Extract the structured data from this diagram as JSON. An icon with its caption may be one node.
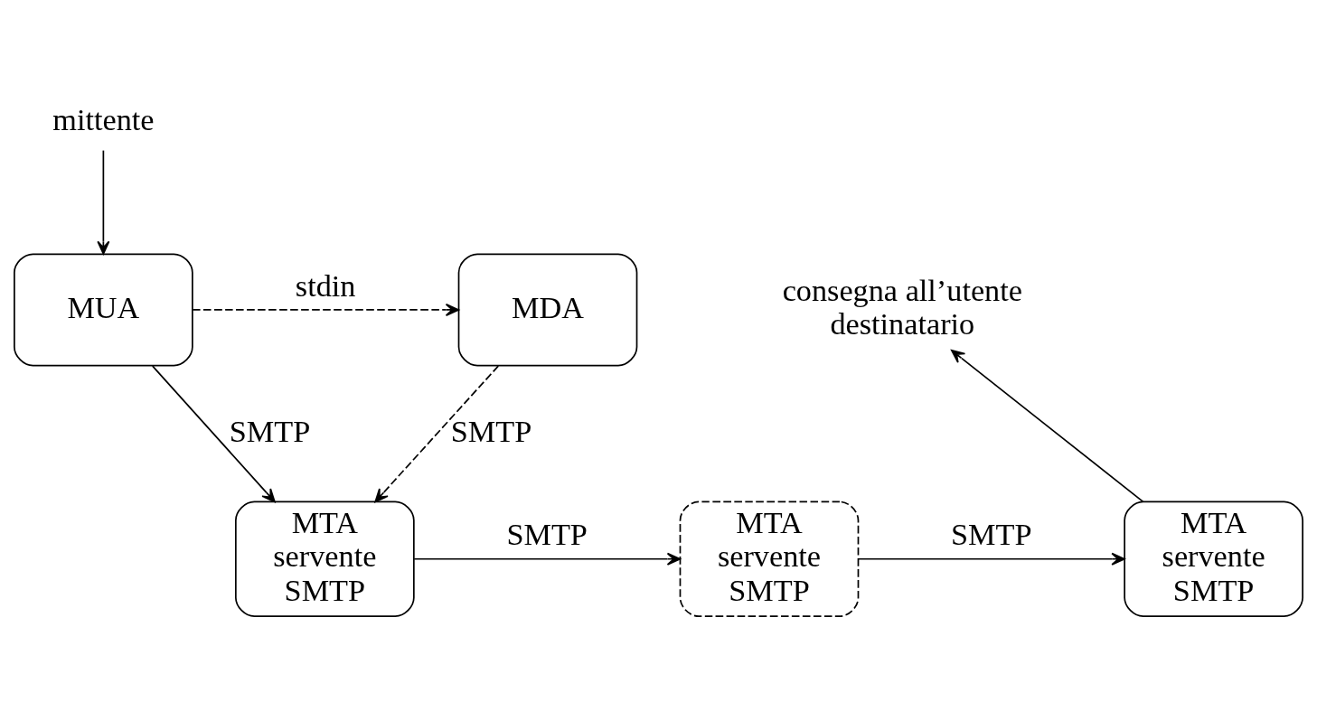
{
  "diagram": {
    "nodes": [
      {
        "text": [
          "mittente"
        ]
      },
      {
        "text": [
          "MUA"
        ]
      },
      {
        "text": [
          "MDA"
        ]
      },
      {
        "text": [
          "MTA servente SMTP"
        ]
      },
      {
        "text": [
          "MTA servente SMTP"
        ]
      },
      {
        "text": [
          "MTA servente SMTP"
        ]
      },
      {
        "text": [
          "consegna all’utente destinatario"
        ]
      }
    ],
    "edges": [
      {
        "from": 0,
        "to": 1,
        "arrow": "to"
      },
      {
        "from": 1,
        "to": 2,
        "arrow": "to",
        "label": "stdin",
        "style": "dashed"
      },
      {
        "from": 1,
        "to": 3,
        "arrow": "to",
        "label": "SMTP"
      },
      {
        "from": 2,
        "to": 3,
        "arrow": "to",
        "label": "SMTP",
        "style": "dashed"
      },
      {
        "from": 3,
        "to": 4,
        "arrow": "to",
        "label": "SMTP"
      },
      {
        "from": 4,
        "to": 5,
        "arrow": "to",
        "label": "SMTP"
      },
      {
        "from": 5,
        "to": 6,
        "arrow": "to"
      }
    ]
  }
}
